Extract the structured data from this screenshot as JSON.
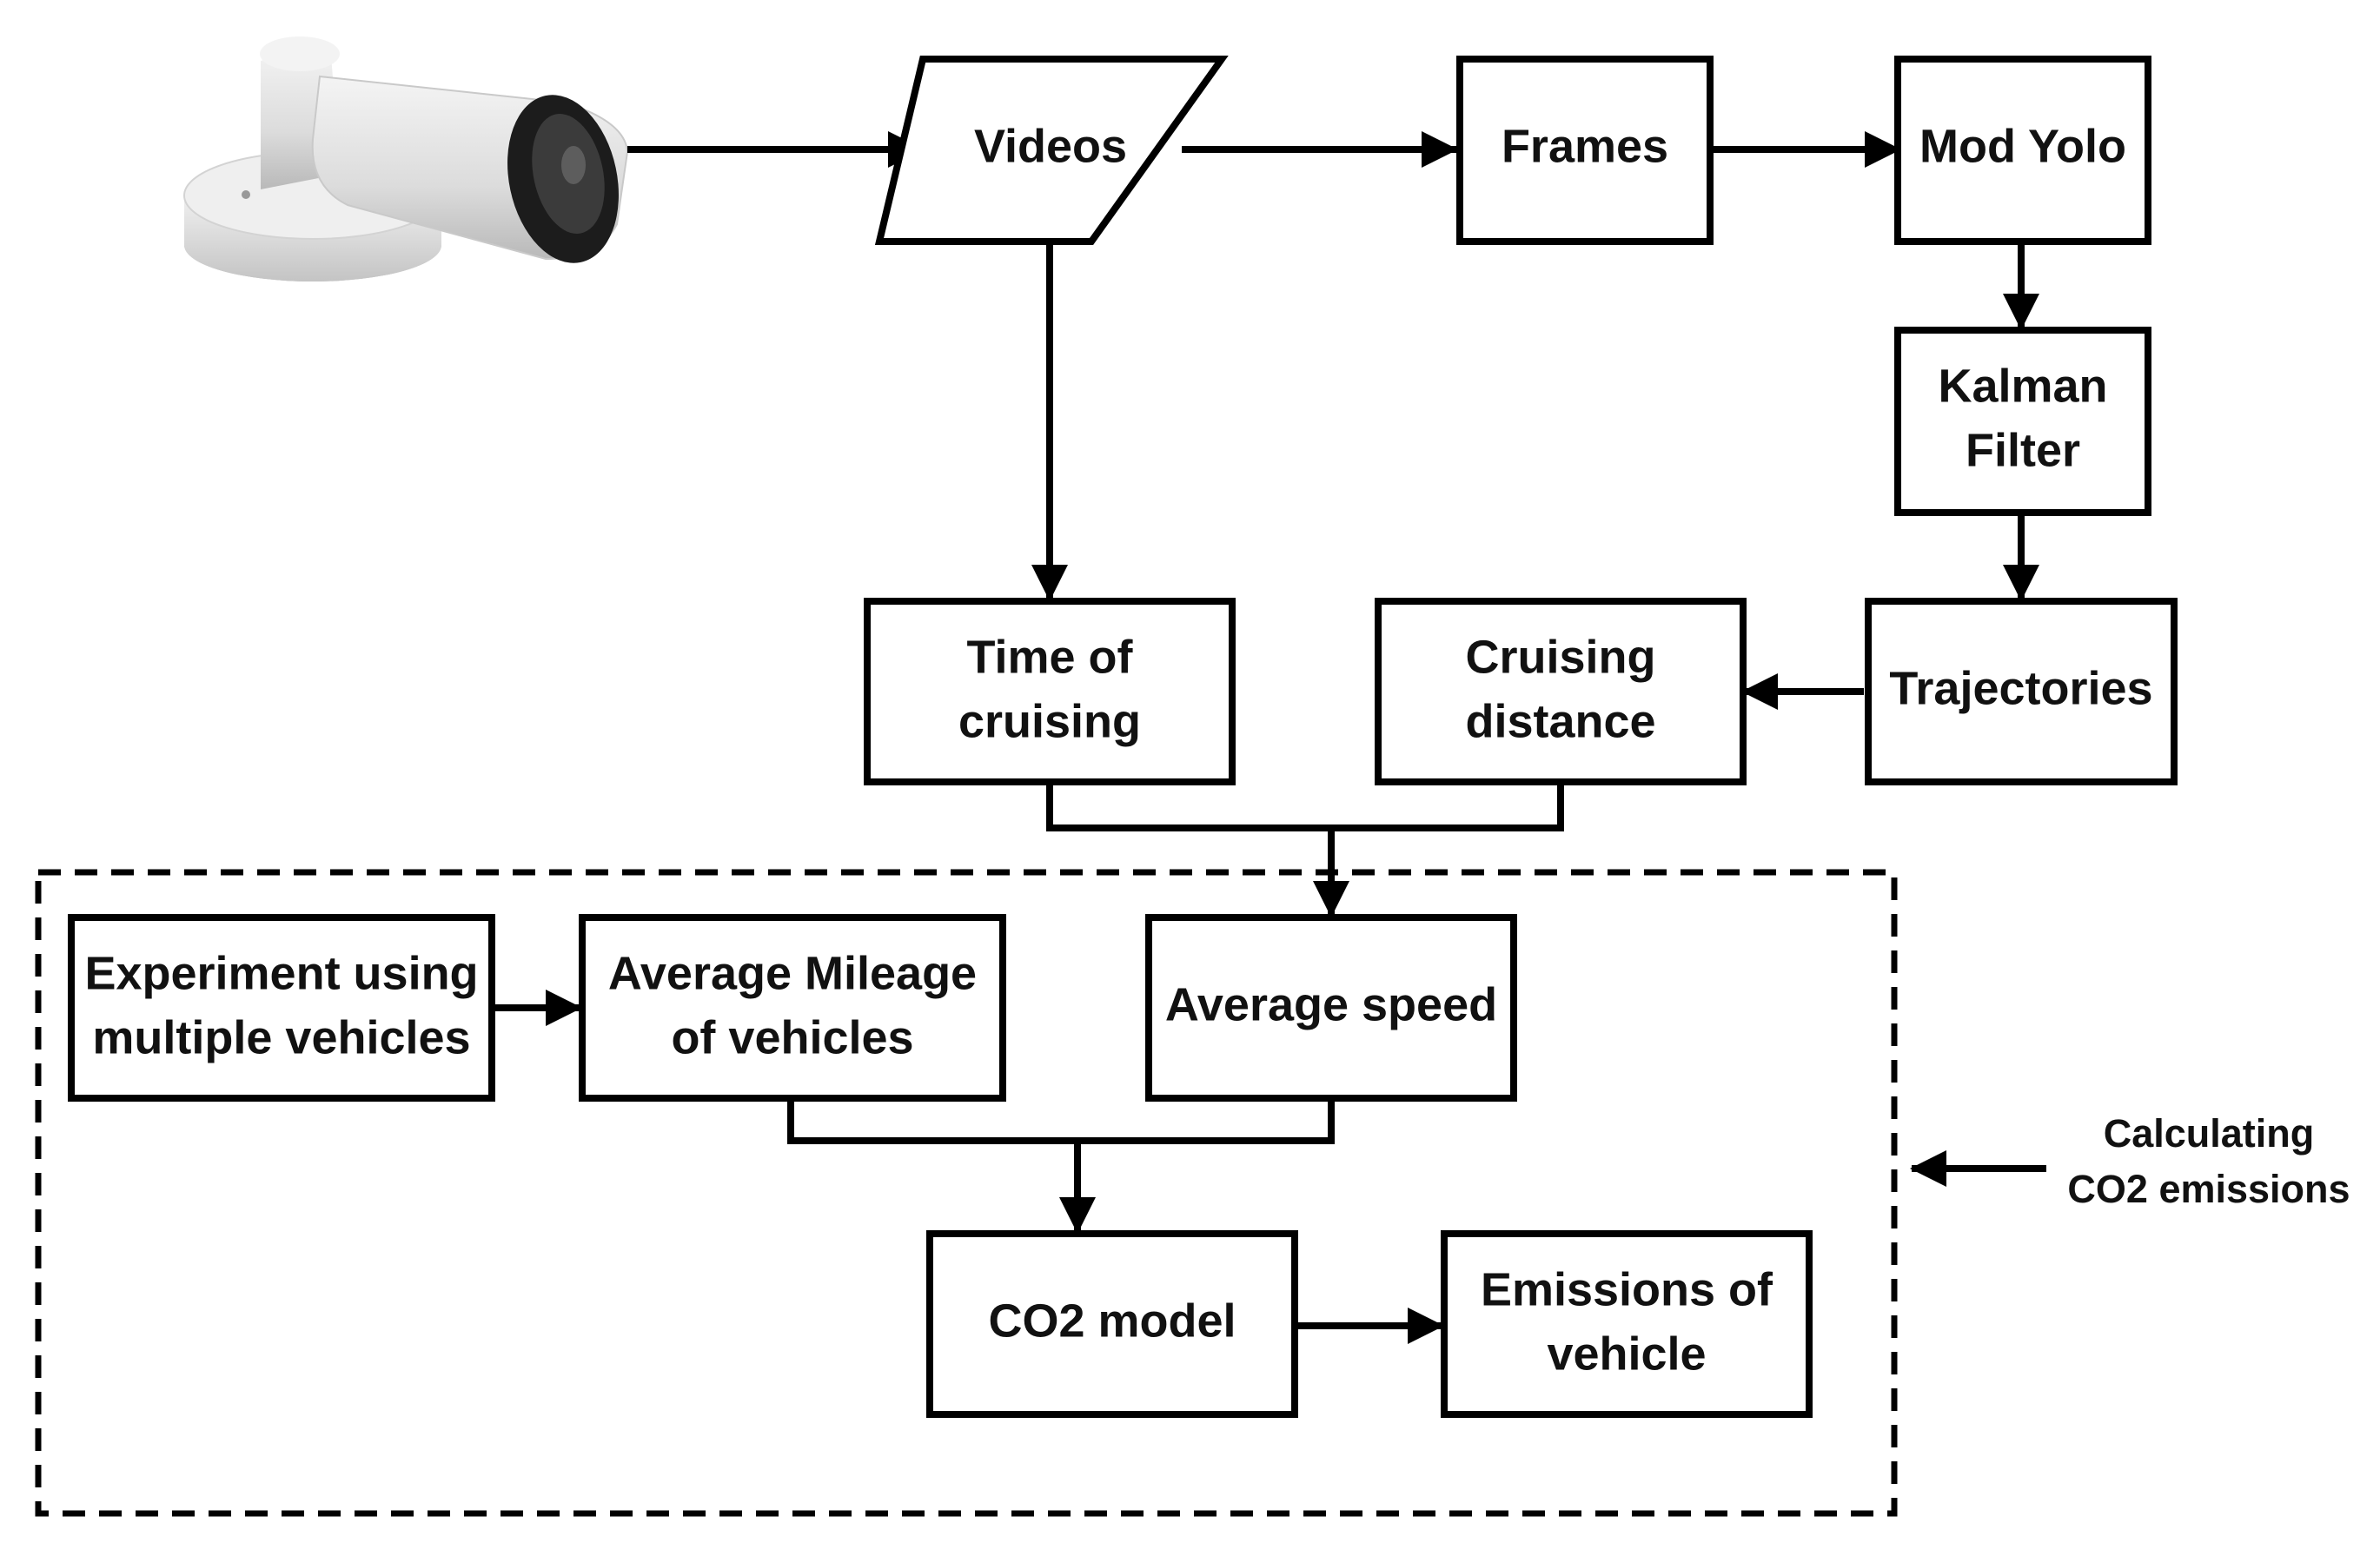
{
  "nodes": {
    "videos": "Videos",
    "frames": "Frames",
    "mod_yolo": "Mod Yolo",
    "kalman_filter": [
      "Kalman",
      "Filter"
    ],
    "trajectories": "Trajectories",
    "time_of_cruising": [
      "Time of",
      "cruising"
    ],
    "cruising_distance": [
      "Cruising",
      "distance"
    ],
    "experiment": [
      "Experiment using",
      "multiple vehicles"
    ],
    "average_mileage": [
      "Average Mileage",
      "of vehicles"
    ],
    "average_speed": "Average speed",
    "co2_model": "CO2 model",
    "emissions": [
      "Emissions of",
      "vehicle"
    ]
  },
  "side_label": [
    "Calculating",
    "CO2 emissions"
  ],
  "icons": {
    "source": "security-camera-icon"
  }
}
